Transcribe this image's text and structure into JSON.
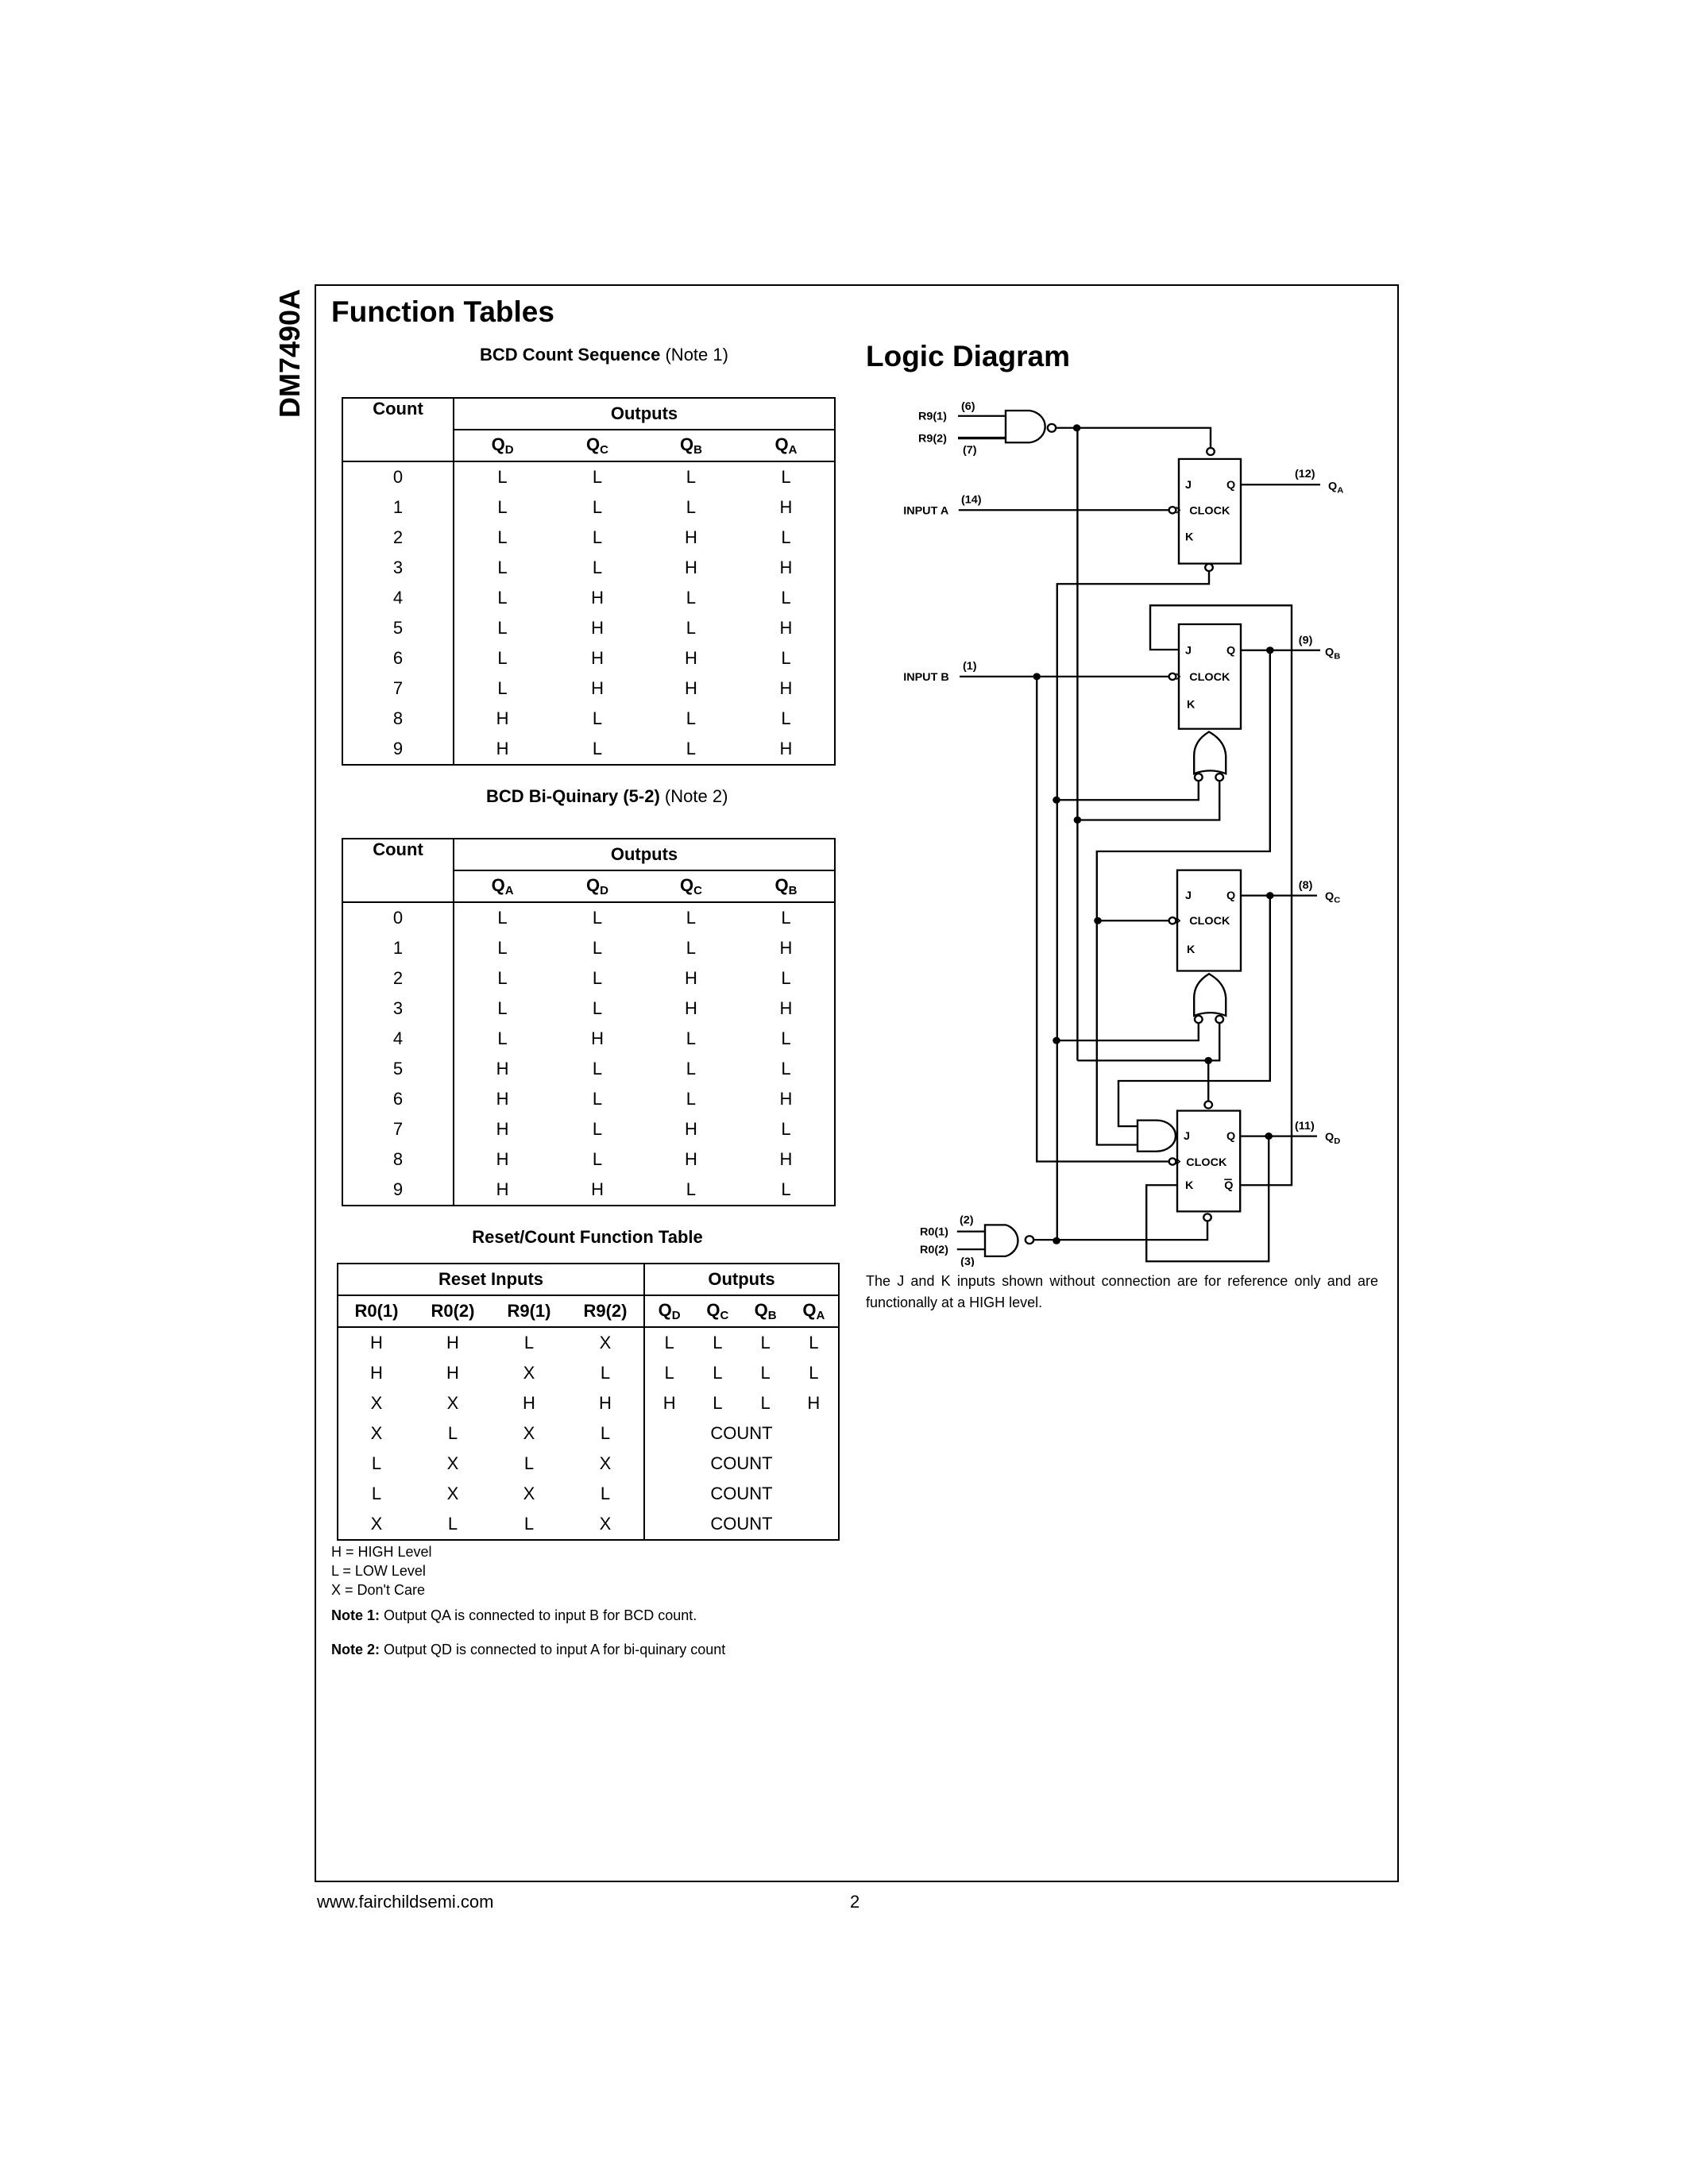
{
  "side_title": "DM7490A",
  "function_tables": {
    "heading": "Function Tables",
    "bcd": {
      "title_bold": "BCD Count Sequence",
      "title_note": "(Note 1)",
      "count_header": "Count",
      "outputs_header": "Outputs",
      "columns": [
        {
          "main": "Q",
          "sub": "D"
        },
        {
          "main": "Q",
          "sub": "C"
        },
        {
          "main": "Q",
          "sub": "B"
        },
        {
          "main": "Q",
          "sub": "A"
        }
      ],
      "rows": [
        [
          "0",
          "L",
          "L",
          "L",
          "L"
        ],
        [
          "1",
          "L",
          "L",
          "L",
          "H"
        ],
        [
          "2",
          "L",
          "L",
          "H",
          "L"
        ],
        [
          "3",
          "L",
          "L",
          "H",
          "H"
        ],
        [
          "4",
          "L",
          "H",
          "L",
          "L"
        ],
        [
          "5",
          "L",
          "H",
          "L",
          "H"
        ],
        [
          "6",
          "L",
          "H",
          "H",
          "L"
        ],
        [
          "7",
          "L",
          "H",
          "H",
          "H"
        ],
        [
          "8",
          "H",
          "L",
          "L",
          "L"
        ],
        [
          "9",
          "H",
          "L",
          "L",
          "H"
        ]
      ]
    },
    "biquinary": {
      "title_bold": "BCD Bi-Quinary (5-2)",
      "title_note": "(Note 2)",
      "count_header": "Count",
      "outputs_header": "Outputs",
      "columns": [
        {
          "main": "Q",
          "sub": "A"
        },
        {
          "main": "Q",
          "sub": "D"
        },
        {
          "main": "Q",
          "sub": "C"
        },
        {
          "main": "Q",
          "sub": "B"
        }
      ],
      "rows": [
        [
          "0",
          "L",
          "L",
          "L",
          "L"
        ],
        [
          "1",
          "L",
          "L",
          "L",
          "H"
        ],
        [
          "2",
          "L",
          "L",
          "H",
          "L"
        ],
        [
          "3",
          "L",
          "L",
          "H",
          "H"
        ],
        [
          "4",
          "L",
          "H",
          "L",
          "L"
        ],
        [
          "5",
          "H",
          "L",
          "L",
          "L"
        ],
        [
          "6",
          "H",
          "L",
          "L",
          "H"
        ],
        [
          "7",
          "H",
          "L",
          "H",
          "L"
        ],
        [
          "8",
          "H",
          "L",
          "H",
          "H"
        ],
        [
          "9",
          "H",
          "H",
          "L",
          "L"
        ]
      ]
    },
    "reset": {
      "title": "Reset/Count Function Table",
      "reset_header": "Reset Inputs",
      "outputs_header": "Outputs",
      "reset_columns": [
        "R0(1)",
        "R0(2)",
        "R9(1)",
        "R9(2)"
      ],
      "output_columns": [
        {
          "main": "Q",
          "sub": "D"
        },
        {
          "main": "Q",
          "sub": "C"
        },
        {
          "main": "Q",
          "sub": "B"
        },
        {
          "main": "Q",
          "sub": "A"
        }
      ],
      "rows": [
        {
          "inputs": [
            "H",
            "H",
            "L",
            "X"
          ],
          "outputs": [
            "L",
            "L",
            "L",
            "L"
          ]
        },
        {
          "inputs": [
            "H",
            "H",
            "X",
            "L"
          ],
          "outputs": [
            "L",
            "L",
            "L",
            "L"
          ]
        },
        {
          "inputs": [
            "X",
            "X",
            "H",
            "H"
          ],
          "outputs": [
            "H",
            "L",
            "L",
            "H"
          ]
        },
        {
          "inputs": [
            "X",
            "L",
            "X",
            "L"
          ],
          "count": "COUNT"
        },
        {
          "inputs": [
            "L",
            "X",
            "L",
            "X"
          ],
          "count": "COUNT"
        },
        {
          "inputs": [
            "L",
            "X",
            "X",
            "L"
          ],
          "count": "COUNT"
        },
        {
          "inputs": [
            "X",
            "L",
            "L",
            "X"
          ],
          "count": "COUNT"
        }
      ]
    },
    "legend": [
      "H = HIGH Level",
      "L = LOW Level",
      "X = Don't Care"
    ],
    "notes": [
      {
        "label": "Note 1:",
        "text": " Output QA is connected to input B for BCD count."
      },
      {
        "label": "Note 2:",
        "text": " Output QD is connected to input A for bi-quinary count"
      }
    ]
  },
  "logic_diagram": {
    "heading": "Logic Diagram",
    "labels": {
      "r9_1": "R9(1)",
      "r9_2": "R9(2)",
      "pin6": "(6)",
      "pin7": "(7)",
      "input_a": "INPUT A",
      "pin14": "(14)",
      "pin12": "(12)",
      "input_b": "INPUT B",
      "pin1": "(1)",
      "pin9": "(9)",
      "pin8": "(8)",
      "pin11": "(11)",
      "r0_1": "R0(1)",
      "r0_2": "R0(2)",
      "pin2": "(2)",
      "pin3": "(3)",
      "q": "Q",
      "q_sub_a": "A",
      "q_sub_b": "B",
      "q_sub_c": "C",
      "q_sub_d": "D",
      "j": "J",
      "k": "K",
      "clock": "CLOCK",
      "qbar": "Q"
    },
    "caption": "The J and K inputs shown without connection are for reference only and are functionally at a HIGH level."
  },
  "footer": {
    "url": "www.fairchildsemi.com",
    "page": "2"
  }
}
